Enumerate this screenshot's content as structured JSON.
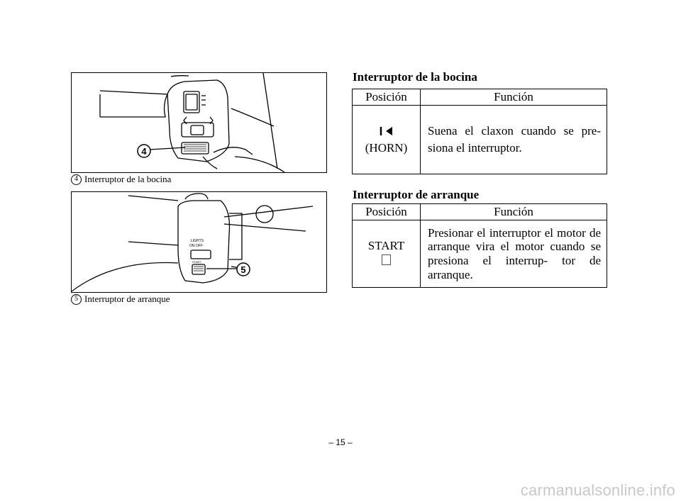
{
  "figures": [
    {
      "callout": "4",
      "caption_number": "4",
      "caption_text": "Interruptor de la bocina"
    },
    {
      "callout": "5",
      "caption_number": "5",
      "caption_text": "Interruptor de arranque",
      "switch_text": {
        "line1": "LIGHTS",
        "line2": "ON  OFF",
        "line3": "START"
      }
    }
  ],
  "sections": [
    {
      "heading": "Interruptor de la bocina",
      "table": {
        "headers": [
          "Posición",
          "Función"
        ],
        "position_label": "(HORN)",
        "position_icon": "horn-icon",
        "function_text": "Suena el claxon cuando se pre- siona el interruptor."
      }
    },
    {
      "heading": "Interruptor de arranque",
      "table": {
        "headers": [
          "Posición",
          "Función"
        ],
        "position_label": "START",
        "position_icon": "start-symbol-icon",
        "function_text": "Presionar el interruptor el motor de arranque vira el motor cuando se presiona el interrup- tor de arranque."
      }
    }
  ],
  "footer": {
    "page_number": "– 15 –"
  },
  "watermark": "carmanualsonline.info"
}
